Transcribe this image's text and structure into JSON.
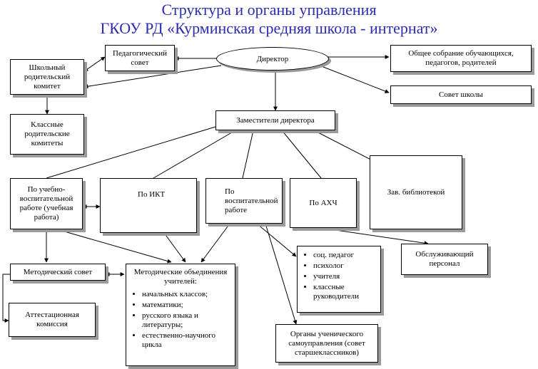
{
  "title": {
    "line1": "Структура и органы управления",
    "line2": "ГКОУ РД «Курминская средняя школа - интернат»"
  },
  "nodes": {
    "director": "Директор",
    "ped_council": "Педагогический совет",
    "parent_committee": "Школьный родительский комитет",
    "class_parent_committees": "Классные родительские комитеты",
    "general_meeting": "Общее собрание обучающихся, педагогов, родителей",
    "school_council": "Совет школы",
    "deputies": "Заместители директора",
    "edu_work": "По учебно-воспитательной работе (учебная работа)",
    "ikt": "По ИКТ",
    "upbringing": "По воспитательной работе",
    "ahch": "По АХЧ",
    "library": "Зав. библиотекой",
    "method_council": "Методический совет",
    "attestation": "Аттестационная комиссия",
    "social_list": [
      "соц. педагог",
      "психолог",
      "учителя",
      "классные руководители"
    ],
    "service_staff": "Обслуживающий персонал",
    "student_gov": "Органы ученического самоуправления (совет старшеклассников)",
    "method_assoc": {
      "heading": "Методические объединения учителей:",
      "items": [
        "начальных классов;",
        "математики;",
        "русского языка и литературы;",
        "естественно-научного цикла"
      ]
    }
  }
}
